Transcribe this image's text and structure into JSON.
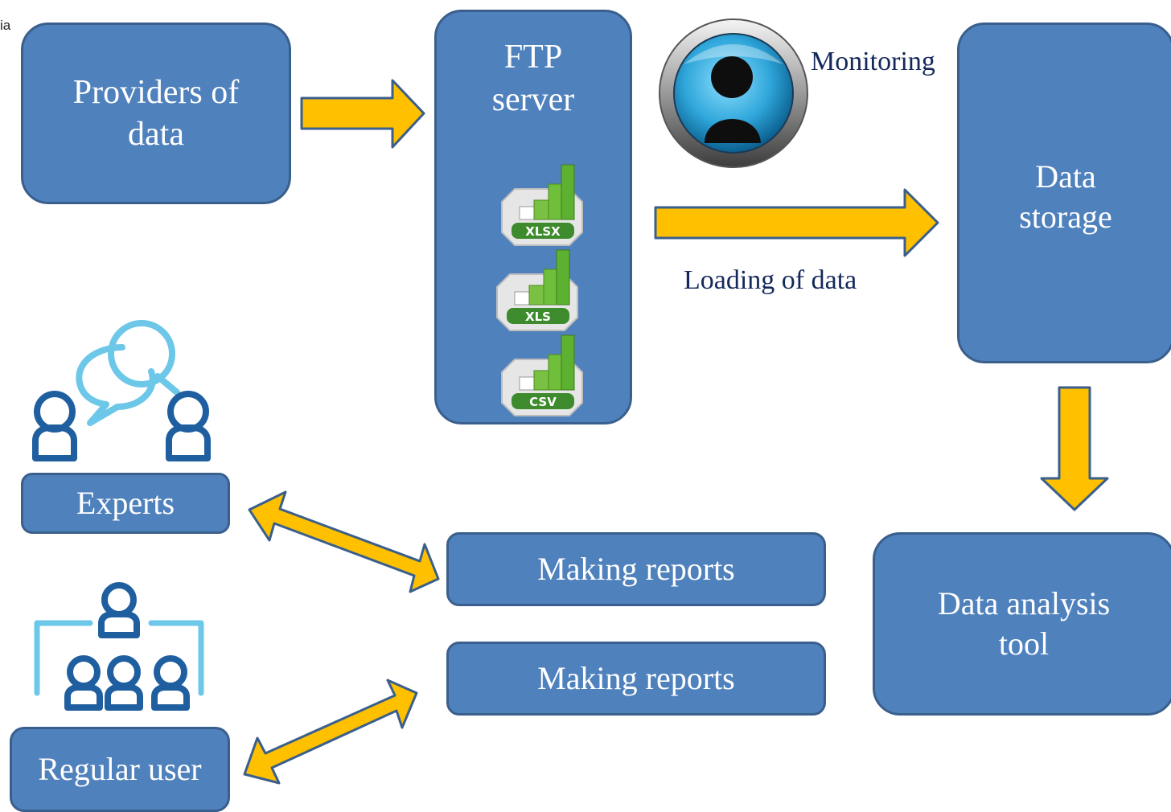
{
  "corner_text": "ia",
  "nodes": {
    "providers": "Providers of data",
    "ftp_title": "FTP server",
    "storage": "Data storage",
    "experts": "Experts",
    "regular_user": "Regular user",
    "reports_1": "Making reports",
    "reports_2": "Making reports",
    "analysis": "Data analysis tool"
  },
  "file_icons": [
    "XLSX",
    "XLS",
    "CSV"
  ],
  "labels": {
    "monitoring": "Monitoring",
    "loading": "Loading of data"
  },
  "icons": {
    "monitor": "person-avatar-icon",
    "experts": "experts-chat-icon",
    "users": "user-group-icon"
  },
  "colors": {
    "box_fill": "#4f81bd",
    "box_border": "#3a5f8c",
    "arrow_fill": "#ffc000",
    "arrow_stroke": "#3a5f8c",
    "icon_line": "#1f5fa0",
    "icon_light": "#6cc7e8"
  }
}
